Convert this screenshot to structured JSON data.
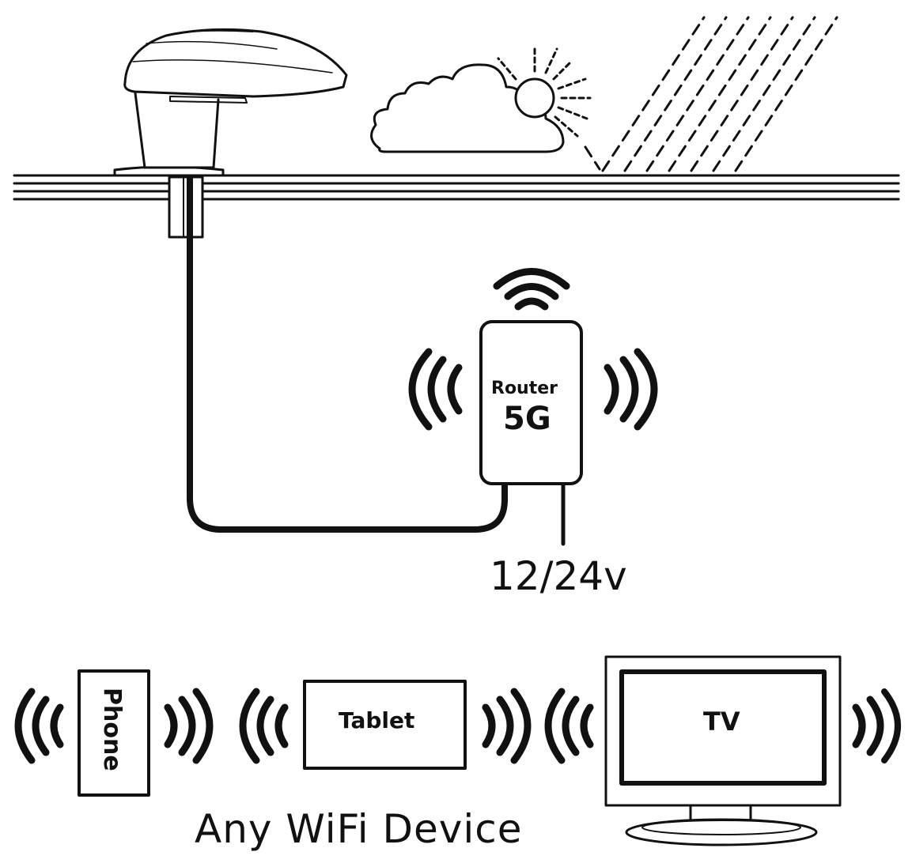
{
  "router": {
    "name": "Router",
    "model": "5G"
  },
  "power": {
    "label": "12/24v"
  },
  "devices": [
    {
      "id": "phone",
      "label": "Phone"
    },
    {
      "id": "tablet",
      "label": "Tablet"
    },
    {
      "id": "tv",
      "label": "TV"
    }
  ],
  "caption": "Any WiFi Device",
  "colors": {
    "ink": "#111111",
    "background": "#ffffff"
  },
  "icons": [
    "antenna-icon",
    "cloud-icon",
    "sun-icon",
    "rain-icon",
    "wifi-icon"
  ]
}
